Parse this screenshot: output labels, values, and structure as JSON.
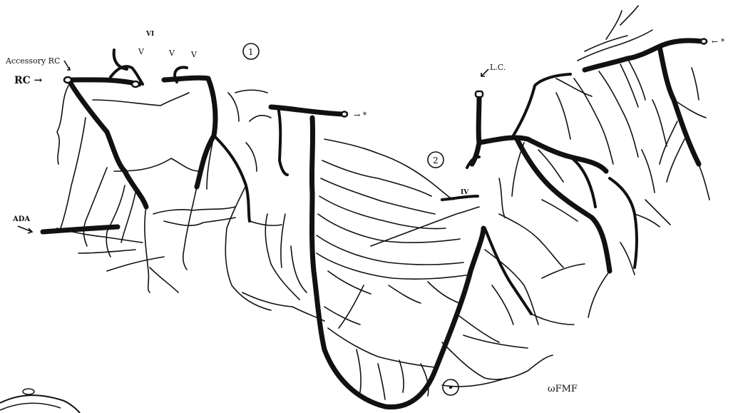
{
  "labels": {
    "accessory_rc": "Accessory RC",
    "rc": "RC →",
    "vi": "VI",
    "v1": "V",
    "v2": "V",
    "v3": "V",
    "region1": "1",
    "region2": "2",
    "lc": "L.C.",
    "ada": "ADA",
    "iv": "IV",
    "star_right": "← *",
    "star_mid": "→ *",
    "signature": "ωFMF"
  },
  "colors": {
    "ink": "#111111",
    "background": "#ffffff"
  }
}
